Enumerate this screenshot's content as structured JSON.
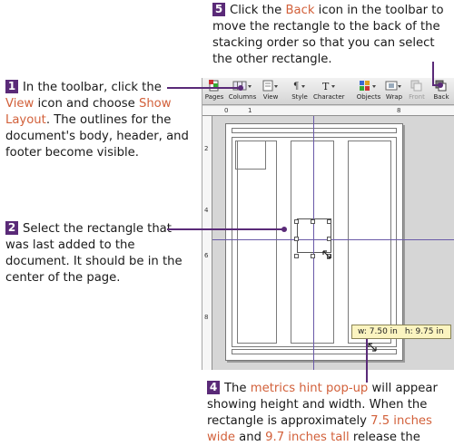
{
  "callouts": {
    "step5": {
      "number": "5",
      "pre": "Click the ",
      "highlight": "Back",
      "post": " icon in the toolbar to move the rectangle to the back of the stacking order so that you can select the other rectangle."
    },
    "step1": {
      "number": "1",
      "pre": "In the toolbar, click the ",
      "highlight1": "View",
      "mid": " icon and choose ",
      "highlight2": "Show Layout",
      "post": ". The outlines for the document's body, header, and footer become visible."
    },
    "step2": {
      "number": "2",
      "text": "Select the rectangle that was last added to the document. It should be in the center of the page."
    },
    "step4": {
      "number": "4",
      "pre": "The ",
      "highlight1": "metrics hint pop-up",
      "mid1": " will appear showing height and width. When the rectangle is approximately ",
      "highlight2": "7.5 inches wide",
      "mid2": " and ",
      "highlight3": "9.7 inches tall",
      "post": " release the selection handle."
    }
  },
  "toolbar": {
    "items": [
      {
        "label": "Pages",
        "icon": "pages-icon"
      },
      {
        "label": "Columns",
        "icon": "columns-icon"
      },
      {
        "label": "View",
        "icon": "view-icon"
      },
      {
        "label": "Style",
        "icon": "style-icon"
      },
      {
        "label": "Character",
        "icon": "character-icon"
      },
      {
        "label": "Objects",
        "icon": "objects-icon"
      },
      {
        "label": "Wrap",
        "icon": "wrap-icon"
      },
      {
        "label": "Front",
        "icon": "front-icon"
      },
      {
        "label": "Back",
        "icon": "back-icon"
      }
    ]
  },
  "ruler": {
    "horizontal": [
      "0",
      "1",
      "8"
    ],
    "vertical": [
      "2",
      "4",
      "6",
      "8"
    ]
  },
  "metrics_hint": {
    "width": "w: 7.50 in",
    "height": "h: 9.75 in"
  },
  "colors": {
    "badge": "#5a2a78",
    "highlight": "#d2603a",
    "guide": "#6a5aa8",
    "hint_bg": "#fbf4c0"
  }
}
